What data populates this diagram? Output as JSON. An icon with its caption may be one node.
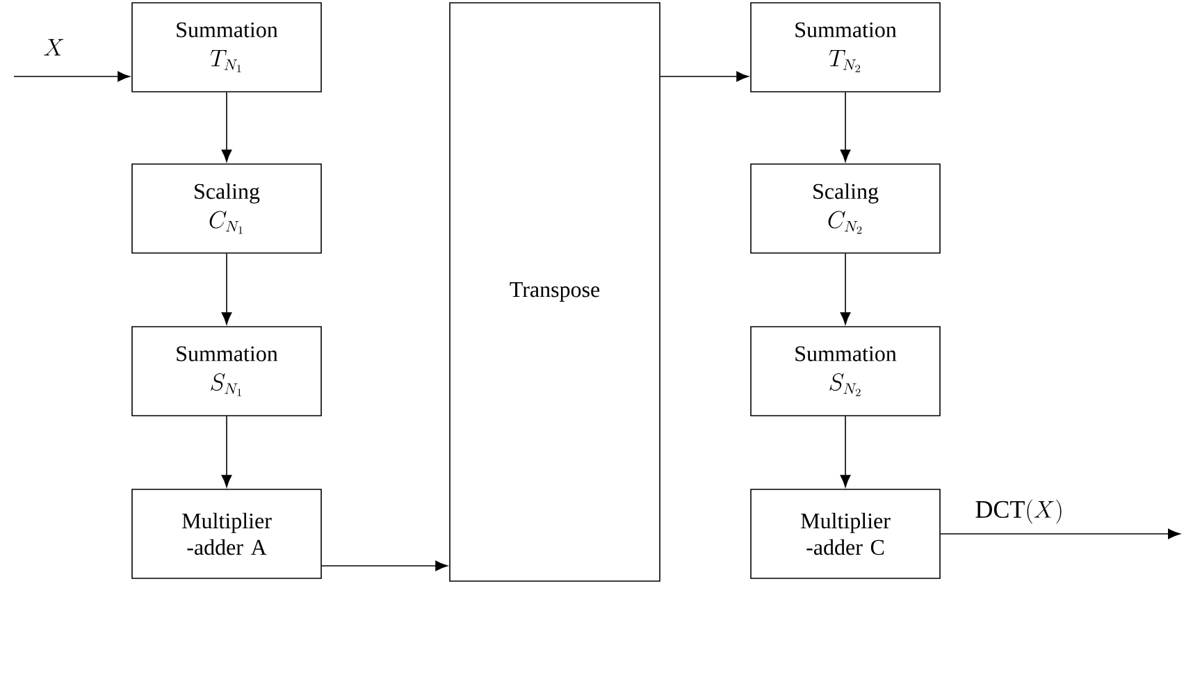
{
  "diagram": {
    "nodes": [
      {
        "text": [
          "Summation",
          "T_{N_1}"
        ]
      },
      {
        "text": [
          "Scaling",
          "C_{N_1}"
        ]
      },
      {
        "text": [
          "Summation",
          "S_{N_1}"
        ]
      },
      {
        "text": [
          "Multiplier -adder A"
        ]
      },
      {
        "text": [
          "Transpose"
        ]
      },
      {
        "text": [
          "Summation",
          "T_{N_2}"
        ]
      },
      {
        "text": [
          "Scaling",
          "C_{N_2}"
        ]
      },
      {
        "text": [
          "Summation",
          "S_{N_2}"
        ]
      },
      {
        "text": [
          "Multiplier -adder C"
        ]
      }
    ],
    "edges": [
      {
        "from": null,
        "to": 0,
        "arrow": "to",
        "label": "X"
      },
      {
        "from": 0,
        "to": 1,
        "arrow": "to"
      },
      {
        "from": 1,
        "to": 2,
        "arrow": "to"
      },
      {
        "from": 2,
        "to": 3,
        "arrow": "to"
      },
      {
        "from": 3,
        "to": 4,
        "arrow": "to"
      },
      {
        "from": 4,
        "to": 5,
        "arrow": "to"
      },
      {
        "from": 5,
        "to": 6,
        "arrow": "to"
      },
      {
        "from": 6,
        "to": 7,
        "arrow": "to"
      },
      {
        "from": 7,
        "to": 8,
        "arrow": "to"
      },
      {
        "from": 8,
        "to": null,
        "arrow": "to",
        "label": "\\mathrm{DCT}(X)"
      }
    ]
  }
}
